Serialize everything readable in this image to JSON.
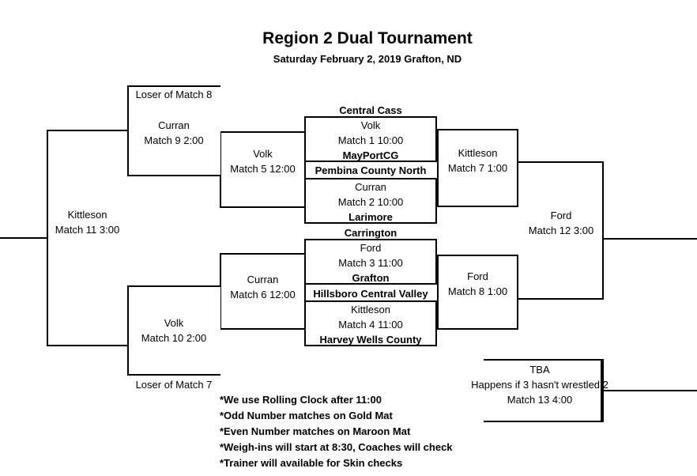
{
  "header": {
    "title": "Region 2 Dual Tournament",
    "subtitle": "Saturday February 2, 2019 Grafton, ND"
  },
  "bracket": {
    "m1": {
      "top_team": "Central Cass",
      "official": "Volk",
      "label": "Match 1 10:00",
      "bottom_team": "MayPortCG"
    },
    "m2": {
      "top_team": "Pembina County North",
      "official": "Curran",
      "label": "Match 2 10:00",
      "bottom_team": "Larimore"
    },
    "m3": {
      "top_team": "Carrington",
      "official": "Ford",
      "label": "Match 3 11:00",
      "bottom_team": "Grafton"
    },
    "m4": {
      "top_team": "Hillsboro Central Valley",
      "official": "Kittleson",
      "label": "Match 4 11:00",
      "bottom_team": "Harvey Wells County"
    },
    "m5": {
      "official": "Volk",
      "label": "Match 5 12:00"
    },
    "m6": {
      "official": "Curran",
      "label": "Match 6 12:00"
    },
    "m7": {
      "official": "Kittleson",
      "label": "Match 7 1:00"
    },
    "m8": {
      "official": "Ford",
      "label": "Match 8 1:00"
    },
    "m9": {
      "feeder": "Loser of Match 8",
      "official": "Curran",
      "label": "Match 9 2:00"
    },
    "m10": {
      "official": "Volk",
      "label": "Match 10 2:00",
      "feeder": "Loser of Match 7"
    },
    "m11": {
      "official": "Kittleson",
      "label": "Match 11 3:00"
    },
    "m12": {
      "official": "Ford",
      "label": "Match 12 3:00"
    },
    "m13": {
      "line1": "TBA",
      "line2": "Happens if 3 hasn't wrestled 2",
      "line3": "Match 13 4:00"
    }
  },
  "notes": [
    "*We use Rolling Clock after 11:00",
    "*Odd Number matches on Gold Mat",
    "*Even Number matches on Maroon Mat",
    "*Weigh-ins will start at 8:30, Coaches will check",
    "*Trainer will available for Skin checks"
  ]
}
